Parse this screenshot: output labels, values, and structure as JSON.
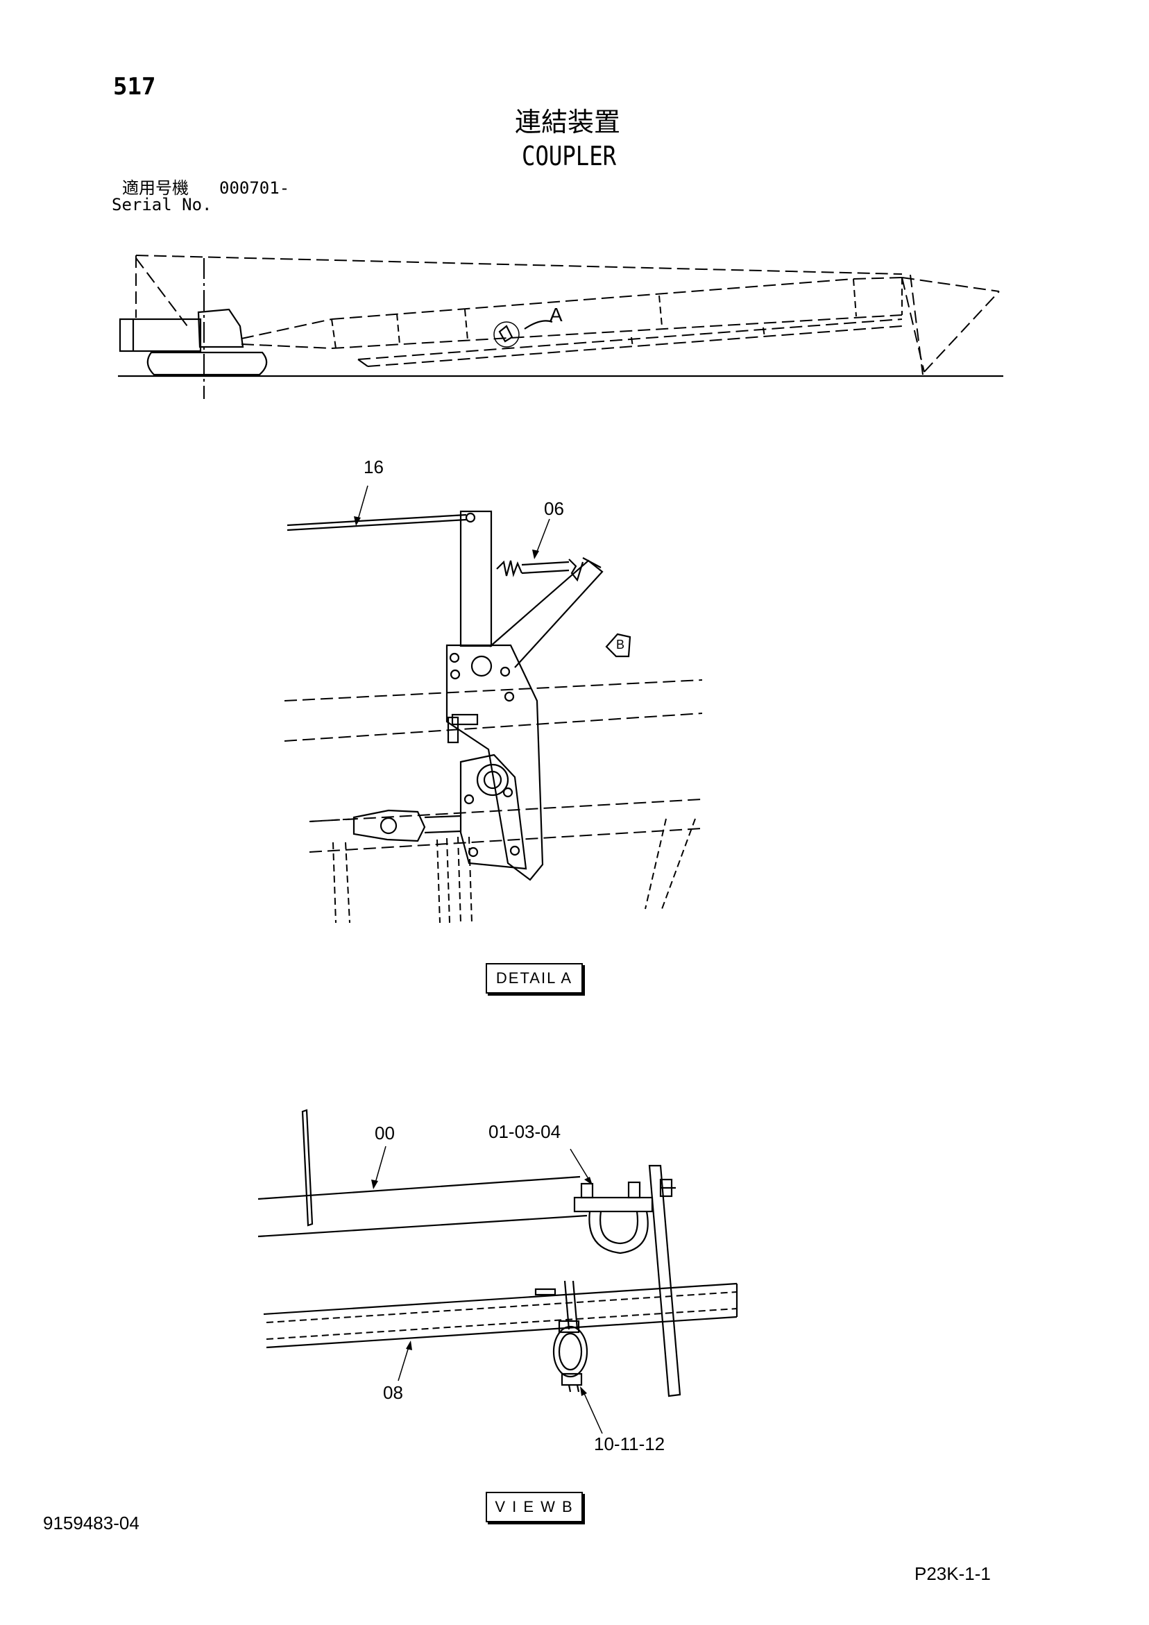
{
  "header": {
    "page_number": "517",
    "title_jp": "連結装置",
    "title_en": "COUPLER",
    "serial_label_jp": "適用号機",
    "serial_value": "000701-",
    "serial_label_en": "Serial No."
  },
  "overview": {
    "callout": "A"
  },
  "detail_a": {
    "labels": [
      "16",
      "06"
    ],
    "view_marker": "B",
    "caption": "DETAIL A"
  },
  "view_b": {
    "labels": [
      "00",
      "01-03-04",
      "08",
      "10-11-12"
    ],
    "caption": "V I E W B"
  },
  "footer": {
    "document_number": "9159483-04",
    "page_code": "P23K-1-1"
  }
}
